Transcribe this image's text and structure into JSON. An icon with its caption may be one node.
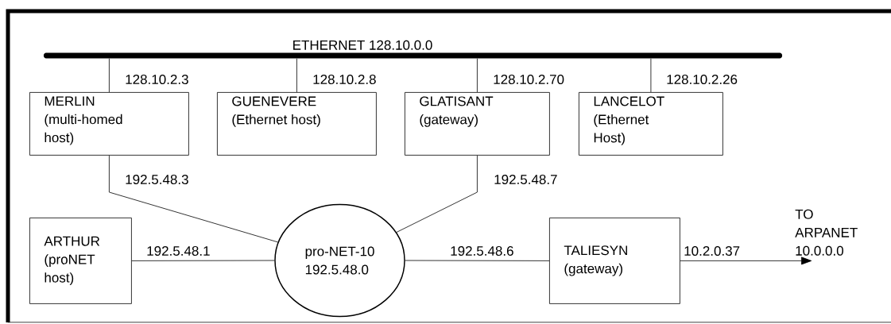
{
  "diagram": {
    "nodes": [
      {
        "text": [
          "ETHERNET 128.10.0.0"
        ]
      },
      {
        "text": [
          "MERLIN",
          "(multi-homed host)"
        ]
      },
      {
        "text": [
          "GUENEVERE",
          "(Ethernet host)"
        ]
      },
      {
        "text": [
          "GLATISANT",
          "(gateway)"
        ]
      },
      {
        "text": [
          "LANCELOT",
          "(Ethernet Host)"
        ]
      },
      {
        "text": [
          "ARTHUR",
          "(proNET host)"
        ]
      },
      {
        "text": [
          "pro-NET-10",
          "192.5.48.0"
        ]
      },
      {
        "text": [
          "TALIESYN",
          "(gateway)"
        ]
      },
      {
        "text": [
          "TO ARPANET 10.0.0.0"
        ]
      }
    ],
    "edges": [
      {
        "from": 0,
        "to": 1,
        "arrow": "none",
        "label": "128.10.2.3"
      },
      {
        "from": 0,
        "to": 2,
        "arrow": "none",
        "label": "128.10.2.8"
      },
      {
        "from": 0,
        "to": 3,
        "arrow": "none",
        "label": "128.10.2.70"
      },
      {
        "from": 0,
        "to": 4,
        "arrow": "none",
        "label": "128.10.2.26"
      },
      {
        "from": 1,
        "to": 6,
        "arrow": "none",
        "label": "192.5.48.3"
      },
      {
        "from": 3,
        "to": 6,
        "arrow": "none",
        "label": "192.5.48.7"
      },
      {
        "from": 5,
        "to": 6,
        "arrow": "none",
        "label": "192.5.48.1"
      },
      {
        "from": 6,
        "to": 7,
        "arrow": "none",
        "label": "192.5.48.6"
      },
      {
        "from": 7,
        "to": 8,
        "arrow": "to",
        "label": "10.2.0.37"
      }
    ]
  }
}
